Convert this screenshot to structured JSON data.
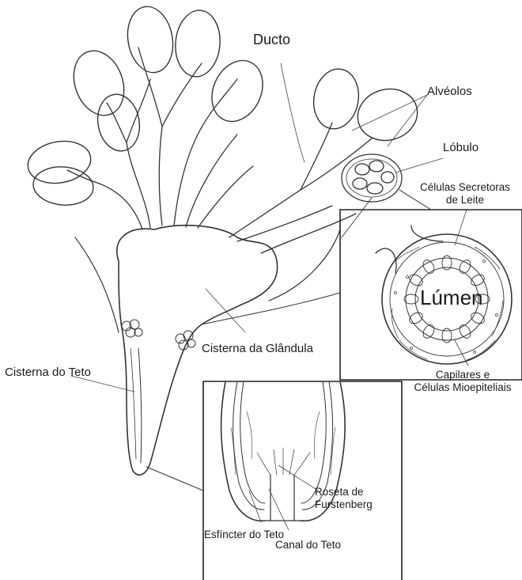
{
  "labels": {
    "ducto": "Ducto",
    "alveolos": "Alvéolos",
    "lobulo": "Lóbulo",
    "celulas_secretoras_1": "Células Secretoras",
    "celulas_secretoras_2": "de Leite",
    "lumen": "Lúmen",
    "cisterna_glandula": "Cisterna da Glândula",
    "cisterna_teto": "Cisterna do Teto",
    "capilares_1": "Capilares e",
    "capilares_2": "Células Mioepiteliais",
    "roseta_1": "Roseta de",
    "roseta_2": "Furstenberg",
    "esfincter": "Esfíncter do Teto",
    "canal": "Canal do Teto"
  }
}
